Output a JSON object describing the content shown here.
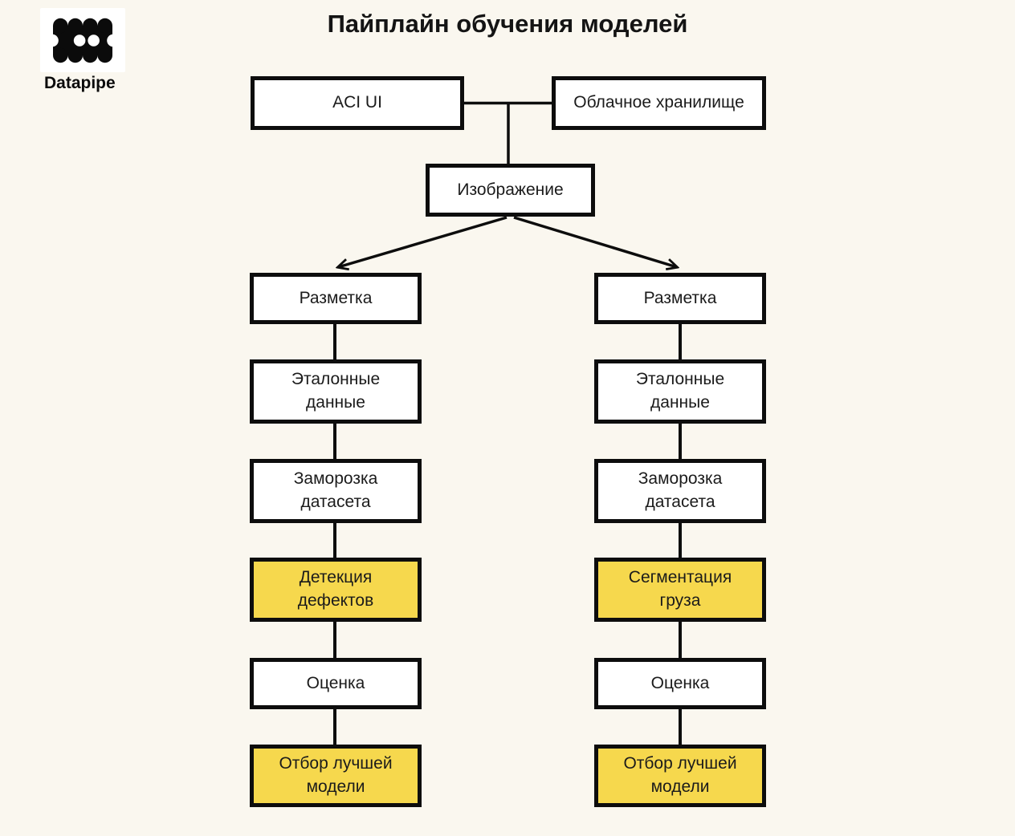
{
  "title": "Пайплайн обучения моделей",
  "logo": {
    "brand": "Datapipe",
    "icon": "datapipe-waves-icon"
  },
  "colors": {
    "background": "#FAF7EF",
    "box_fill": "#FFFFFF",
    "box_border": "#0D0D0D",
    "highlight_fill": "#F6D84D",
    "text": "#1B1B1B"
  },
  "diagram": {
    "top": {
      "aci_ui": {
        "label": "ACI UI"
      },
      "cloud_storage": {
        "label": "Облачное хранилище"
      },
      "image": {
        "label": "Изображение"
      }
    },
    "left": [
      {
        "label": "Разметка",
        "highlight": false
      },
      {
        "label": "Эталонные\nданные",
        "highlight": false
      },
      {
        "label": "Заморозка\nдатасета",
        "highlight": false
      },
      {
        "label": "Детекция\nдефектов",
        "highlight": true
      },
      {
        "label": "Оценка",
        "highlight": false
      },
      {
        "label": "Отбор лучшей\nмодели",
        "highlight": true
      }
    ],
    "right": [
      {
        "label": "Разметка",
        "highlight": false
      },
      {
        "label": "Эталонные\nданные",
        "highlight": false
      },
      {
        "label": "Заморозка\nдатасета",
        "highlight": false
      },
      {
        "label": "Сегментация\nгруза",
        "highlight": true
      },
      {
        "label": "Оценка",
        "highlight": false
      },
      {
        "label": "Отбор лучшей\nмодели",
        "highlight": true
      }
    ]
  }
}
